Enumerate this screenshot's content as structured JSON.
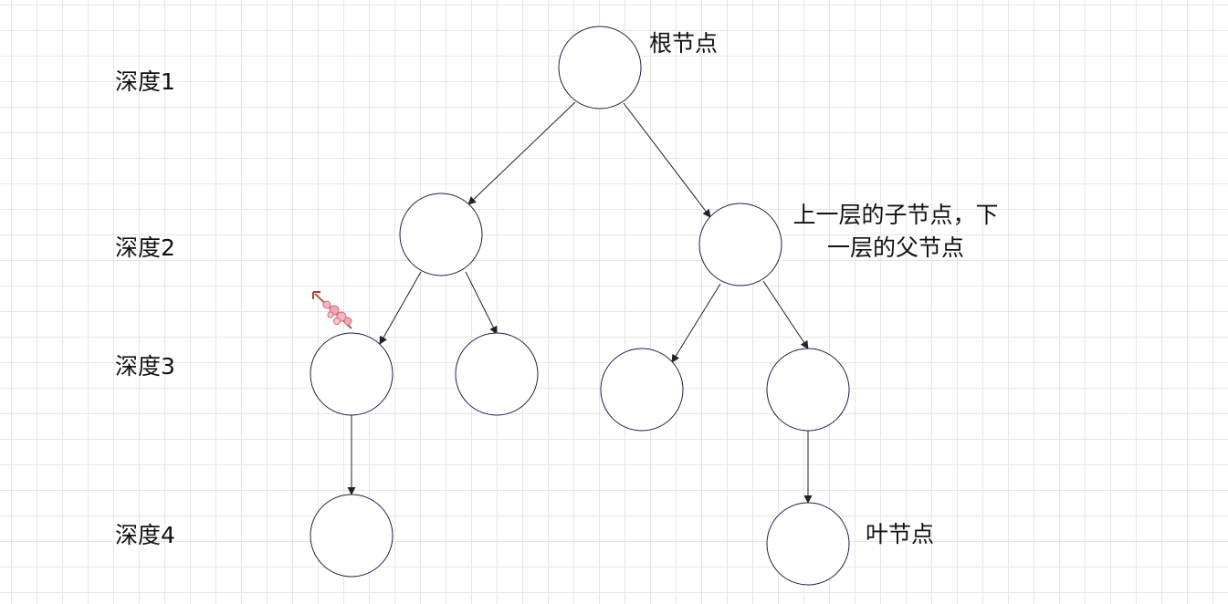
{
  "diagram": {
    "depth_labels": [
      "深度1",
      "深度2",
      "深度3",
      "深度4"
    ],
    "annotations": {
      "root": "根节点",
      "middle_line1": "上一层的子节点，下",
      "middle_line2": "一层的父节点",
      "leaf": "叶节点"
    },
    "colors": {
      "node_stroke": "#1f1f4a",
      "edge": "#222222",
      "grid": "#e6e6e6",
      "cursor": "#e89aa6"
    },
    "cursor_icon": "flower-branch-cursor-icon"
  }
}
